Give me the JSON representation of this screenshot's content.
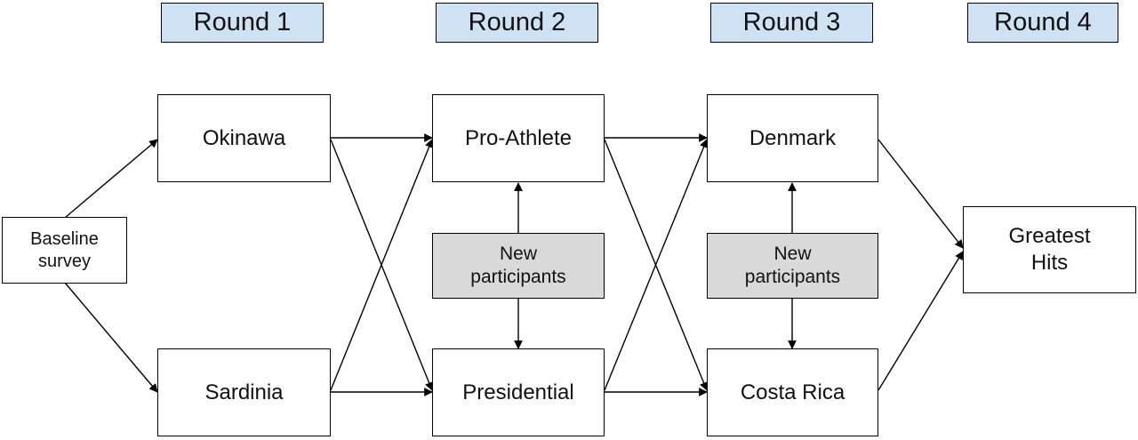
{
  "rounds": [
    "Round 1",
    "Round 2",
    "Round 3",
    "Round 4"
  ],
  "nodes": {
    "baseline": "Baseline\nsurvey",
    "okinawa": "Okinawa",
    "sardinia": "Sardinia",
    "pro_athlete": "Pro-Athlete",
    "presidential": "Presidential",
    "new_participants_2": "New\nparticipants",
    "denmark": "Denmark",
    "costa_rica": "Costa Rica",
    "new_participants_3": "New\nparticipants",
    "greatest_hits": "Greatest\nHits"
  },
  "colors": {
    "round_fill": "#cfe2f3",
    "new_participants_fill": "#d9d9d9",
    "stroke": "#000000"
  }
}
